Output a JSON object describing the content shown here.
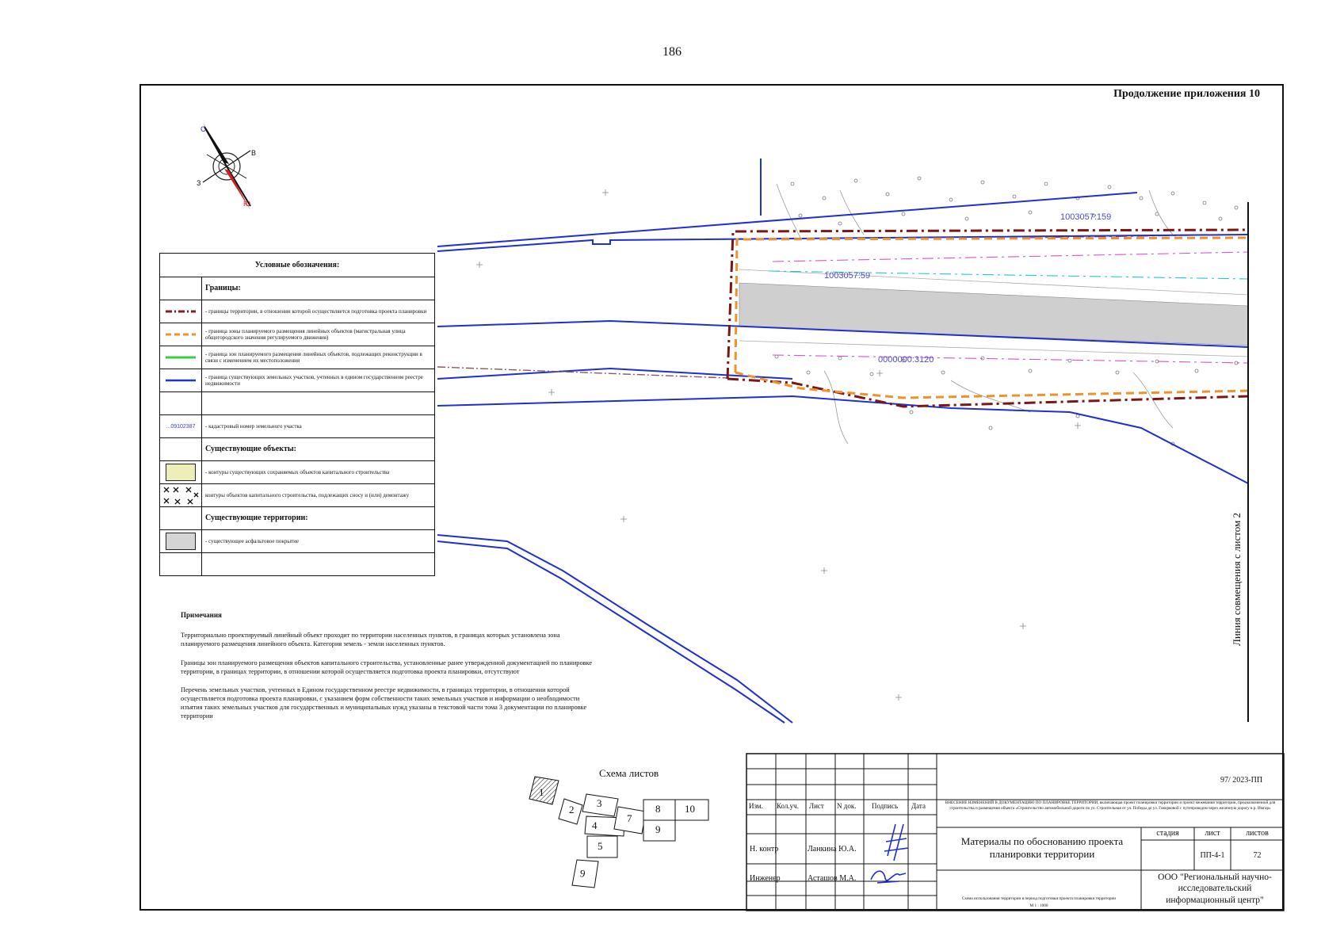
{
  "page_number": "186",
  "continuation": "Продолжение приложения 10",
  "compass": {
    "n": "С",
    "e": "В",
    "w": "З",
    "s": "Ю"
  },
  "legend": {
    "title": "Условные обозначения:",
    "sections": {
      "borders": "Границы:",
      "existing_objects": "Существующие объекты:",
      "existing_territories": "Существующие территории:"
    },
    "items": {
      "territory_border": "- границы территории, в отношении которой осуществляется подготовка проекта планировки",
      "placement_zone": "- граница зоны планируемого размещения линейных объектов (магистральная улица общегородского значения регулируемого движения)",
      "reconstruction_zone": "- граница зон планируемого размещения линейных объектов, подлежащих реконструкции в связи с изменением их местоположения",
      "land_parcels": "- граница существующих земельных участков, учтенных в едином государственном реестре недвижимости",
      "cadastral_sample": "...09102387",
      "cadastral_number": "- кадастровый номер земельного участка",
      "kept_buildings": "- контуры существующих сохраняемых объектов капитального строительства",
      "demolition": "контуры объектов капитального строительства, подлежащих сносу и (или) демонтажу",
      "asphalt": "- существующее асфальтовое покрытие"
    },
    "colors": {
      "territory": "#8b1a1a",
      "zone": "#f0922b",
      "reconstruction": "#3ccf3c",
      "parcel": "#1f2fd0",
      "kept": "#eeeebb",
      "asphalt": "#d5d5d5"
    }
  },
  "notes": {
    "title": "Примечания",
    "p1": "Территориально проектируемый линейный объект проходит по территории населенных пунктов, в границах которых установлена зона планируемого размещения линейного объекта. Категория земель - земли населенных пунктов.",
    "p2": "Границы зон планируемого размещения объектов капитального строительства, установленные ранее утвержденной документацией по планировке территории, в границах территории, в отношении которой осуществляется подготовка проекта планировки, отсутствуют",
    "p3": "Перечень земельных участков, учтенных в Едином государственном реестре недвижимости, в границах территории, в отношении которой осуществляется подготовка проекта планировки, с указанием форм собственности таких земельных участков и информации о необходимости изъятия таких земельных участков для государственных и муниципальных нужд указаны в текстовой части тома 3 документации по планировке территории"
  },
  "cadastral_labels": [
    "1003057:159",
    "1003057:59",
    "0000000:3120"
  ],
  "match_line": "Линия совмещения с листом 2",
  "sheet_scheme": {
    "title": "Схема листов",
    "numbers": [
      "1",
      "2",
      "3",
      "4",
      "5",
      "6",
      "7",
      "8",
      "9",
      "10"
    ]
  },
  "title_block": {
    "code": "97/ 2023-ПП",
    "headers": [
      "Изм.",
      "Кол.уч.",
      "Лист",
      "N док.",
      "Подпись",
      "Дата"
    ],
    "description": "ВНЕСЕНИЕ ИЗМЕНЕНИЙ В ДОКУМЕНТАЦИЮ ПО ПЛАНИРОВКЕ ТЕРРИТОРИИ, включающая проект планировки территории и проект межевания территории, предназначенной для строительства и размещения объекта «Строительство автомобильной дороги по ул. Строительная от ул. Победы до ул. Говорковой с путепроводом через железную дорогу в р. Имгар»",
    "role1": "Н. контр",
    "name1": "Ланкина Ю.А.",
    "role2": "Инженер",
    "name2": "Асташов М.А.",
    "doc_title": "Материалы по обоснованию проекта планировки территории",
    "stage_h": "стадия",
    "sheet_h": "лист",
    "sheets_h": "листов",
    "sheet_code": "ПП-4-1",
    "sheets_count": "72",
    "org": "ООО \"Региональный научно-исследовательский информационный центр\"",
    "scheme_name": "Схема использования территории в период подготовки проекта планировки территории",
    "scale": "М 1 : 1000"
  }
}
